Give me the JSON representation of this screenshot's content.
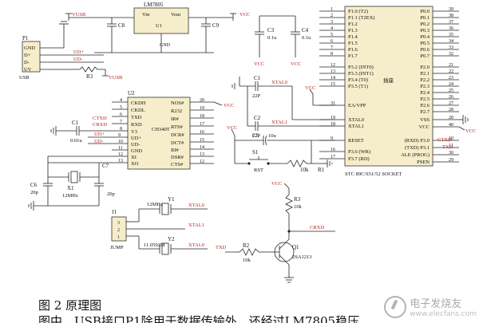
{
  "figure": {
    "caption": "图 2  原理图",
    "body_text": "图中，USB接口P1除用于数据传输外，还经过LM7805稳压",
    "watermark": {
      "cn": "电子发烧友",
      "url": "www.elecfans.com",
      "icon": "elecfans-logo-icon"
    }
  },
  "regulator": {
    "part": "LM7805",
    "pin_vin": "Vin",
    "pin_vout": "Vout",
    "ref": "U1",
    "pin_gnd": "GND"
  },
  "caps": {
    "c8": "C8",
    "c9": "C9",
    "c3": "C3",
    "c3_val": "0.1u",
    "c4": "C4",
    "c4_val": "0.1u",
    "c1a": "C1",
    "c1a_val": "22P",
    "c2": "C2",
    "c2_val": "22P",
    "c1b": "C1",
    "c1b_val": "0.01u",
    "c6": "C6",
    "c6_val": "20p",
    "c7": "C7",
    "c7_val": "20p",
    "c5": "C5",
    "c5_val": "10u"
  },
  "usb": {
    "ref": "P1",
    "label": "USB",
    "pins": [
      "GND",
      "D+",
      "D-",
      "UV"
    ],
    "nets": [
      "UD+",
      "UD-"
    ]
  },
  "power": {
    "vusb": "VUSB",
    "vcc": "VCC"
  },
  "r3a": {
    "ref": "R3"
  },
  "ch340": {
    "ref": "U2",
    "part": "CH340T",
    "left_pins": [
      "CKDH",
      "CKDL",
      "TXD",
      "RXD",
      "V3",
      "UD+",
      "UD-",
      "GND",
      "XI",
      "XO"
    ],
    "left_nums": [
      "4",
      "5",
      "6",
      "7",
      "8",
      "9",
      "10",
      "11",
      "12",
      "13"
    ],
    "right_pins": [
      "NOS#",
      "R232",
      "IR#",
      "RTS#",
      "DCR#",
      "DCT#",
      "RI#",
      "DSR#",
      "CTS#"
    ],
    "right_nums": [
      "20",
      "19",
      "18",
      "17",
      "16",
      "15",
      "14",
      "13",
      "12"
    ],
    "nets": [
      "CTXD",
      "CRXD",
      "UD+",
      "UD-"
    ]
  },
  "crystal1": {
    "ref": "X1",
    "freq": "12MHz"
  },
  "mcu": {
    "title": "插座",
    "part": "STC 89C/S51/52 SOCKET",
    "left_pins": [
      "P1.0 (T2)",
      "P1.1 (T2EX)",
      "P1.2",
      "P1.3",
      "P1.4",
      "P1.5",
      "P1.6",
      "P1.7",
      "P3.2 (INT0)",
      "P3.3 (INT1)",
      "P3.4 (T0)",
      "P3.5 (T1)",
      "EA/VPP",
      "XTAL0",
      "XTAL1",
      "RESET",
      "P3.6 (WR)",
      "P3.7 (RD)"
    ],
    "left_nums": [
      "1",
      "2",
      "3",
      "4",
      "5",
      "6",
      "7",
      "8",
      "12",
      "13",
      "14",
      "15",
      "31",
      "19",
      "18",
      "9",
      "16",
      "17"
    ],
    "right_pins": [
      "P0.0",
      "P0.1",
      "P0.2",
      "P0.3",
      "P0.4",
      "P0.5",
      "P0.6",
      "P0.7",
      "P2.0",
      "P2.1",
      "P2.2",
      "P2.3",
      "P2.4",
      "P2.5",
      "P2.6",
      "P2.7",
      "VSS",
      "VCC",
      "(RXD) P3.0",
      "(TXD) P3.1",
      "ALE (PROG)",
      "PSEN"
    ],
    "right_nums": [
      "39",
      "38",
      "37",
      "36",
      "35",
      "34",
      "33",
      "32",
      "21",
      "22",
      "23",
      "24",
      "25",
      "26",
      "27",
      "28",
      "20",
      "40",
      "10",
      "11",
      "30",
      "29"
    ],
    "nets": [
      "CTXD",
      "TXD"
    ]
  },
  "nets": {
    "xtal0": "XTAL0",
    "xtal1": "XTAL1",
    "vcc": "VCC",
    "crxd": "CRXD",
    "txd": "TXD"
  },
  "reset": {
    "switch": "S1",
    "label": "RST",
    "r": "R1",
    "r_val": "10k"
  },
  "jumper": {
    "ref": "J1",
    "label": "JUMP",
    "pins": [
      "3",
      "2",
      "1"
    ]
  },
  "y1": {
    "ref": "Y1",
    "freq": "12MHz"
  },
  "y2": {
    "ref": "Y2",
    "freq": "11.0592M"
  },
  "transistor": {
    "ref": "Q1",
    "part": "2SA1213",
    "r2": "R2",
    "r2_val": "10k",
    "r3": "R3",
    "r3_val": "10k"
  }
}
